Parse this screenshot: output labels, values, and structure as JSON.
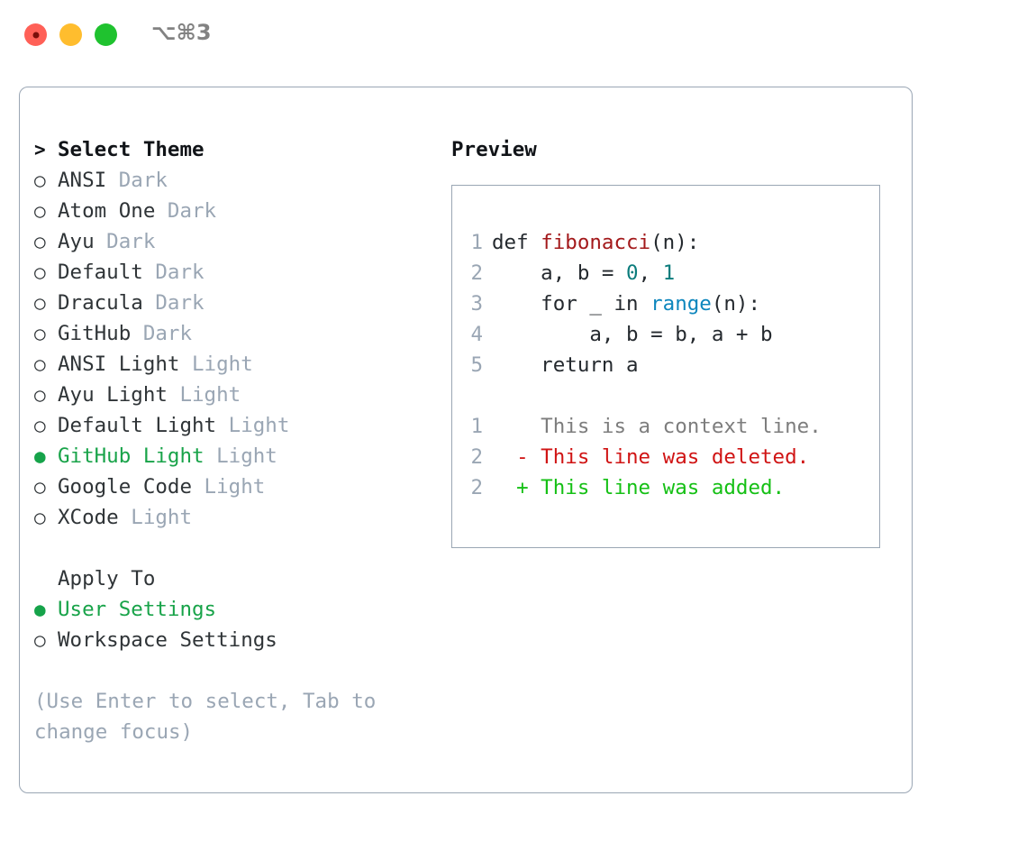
{
  "window": {
    "shortcut": "⌥⌘3",
    "traffic_lights": [
      "close",
      "minimize",
      "zoom"
    ],
    "accent_green": "#18a349",
    "border_color": "#9aa6b4",
    "muted_color": "#9aa6b4"
  },
  "theme_picker": {
    "caret": ">",
    "heading": "Select Theme",
    "marker_selected": "●",
    "marker_unselected": "○",
    "items": [
      {
        "label": "ANSI",
        "badge": "Dark",
        "selected": false
      },
      {
        "label": "Atom One",
        "badge": "Dark",
        "selected": false
      },
      {
        "label": "Ayu",
        "badge": "Dark",
        "selected": false
      },
      {
        "label": "Default",
        "badge": "Dark",
        "selected": false
      },
      {
        "label": "Dracula",
        "badge": "Dark",
        "selected": false
      },
      {
        "label": "GitHub",
        "badge": "Dark",
        "selected": false
      },
      {
        "label": "ANSI Light",
        "badge": "Light",
        "selected": false
      },
      {
        "label": "Ayu Light",
        "badge": "Light",
        "selected": false
      },
      {
        "label": "Default Light",
        "badge": "Light",
        "selected": false
      },
      {
        "label": "GitHub Light",
        "badge": "Light",
        "selected": true
      },
      {
        "label": "Google Code",
        "badge": "Light",
        "selected": false
      },
      {
        "label": "XCode",
        "badge": "Light",
        "selected": false
      }
    ]
  },
  "apply_to": {
    "title": "Apply To",
    "options": [
      {
        "label": "User Settings",
        "selected": true
      },
      {
        "label": "Workspace Settings",
        "selected": false
      }
    ]
  },
  "hint": {
    "line1": "(Use Enter to select, Tab to",
    "line2": "change focus)"
  },
  "preview": {
    "title": "Preview",
    "code_lines": [
      {
        "number": "1",
        "tokens": [
          {
            "text": "def ",
            "kind": "plain"
          },
          {
            "text": "fibonacci",
            "kind": "fn"
          },
          {
            "text": "(n):",
            "kind": "plain"
          }
        ]
      },
      {
        "number": "2",
        "tokens": [
          {
            "text": "    a, b = ",
            "kind": "plain"
          },
          {
            "text": "0",
            "kind": "num"
          },
          {
            "text": ", ",
            "kind": "plain"
          },
          {
            "text": "1",
            "kind": "num"
          }
        ]
      },
      {
        "number": "3",
        "tokens": [
          {
            "text": "    for _ in ",
            "kind": "plain"
          },
          {
            "text": "range",
            "kind": "call"
          },
          {
            "text": "(n):",
            "kind": "plain"
          }
        ]
      },
      {
        "number": "4",
        "tokens": [
          {
            "text": "        a, b = b, a + b",
            "kind": "plain"
          }
        ]
      },
      {
        "number": "5",
        "tokens": [
          {
            "text": "    return a",
            "kind": "plain"
          }
        ]
      }
    ],
    "diff_lines": [
      {
        "number": "1",
        "prefix": "  ",
        "text": "This is a context line.",
        "kind": "ctx"
      },
      {
        "number": "2",
        "prefix": "- ",
        "text": "This line was deleted.",
        "kind": "del"
      },
      {
        "number": "2",
        "prefix": "+ ",
        "text": "This line was added.",
        "kind": "add"
      }
    ],
    "colors": {
      "function": "#a3191b",
      "number": "#0b7c7c",
      "call": "#0d86bd",
      "context": "#7d7d7d",
      "deleted": "#d01414",
      "added": "#15c015",
      "line_number": "#9aa6b4"
    }
  }
}
